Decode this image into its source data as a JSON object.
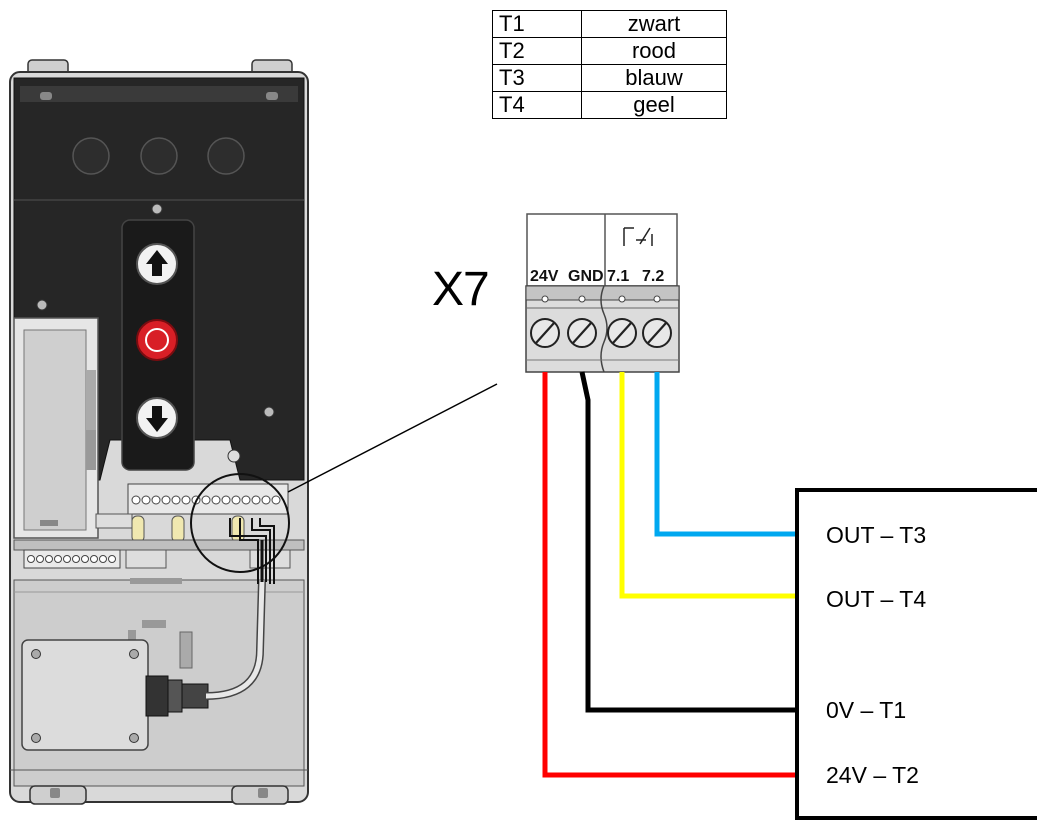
{
  "legend": {
    "rows": [
      {
        "code": "T1",
        "color_name": "zwart"
      },
      {
        "code": "T2",
        "color_name": "rood"
      },
      {
        "code": "T3",
        "color_name": "blauw"
      },
      {
        "code": "T4",
        "color_name": "geel"
      }
    ]
  },
  "connector": {
    "name": "X7",
    "pins": [
      "24V",
      "GND",
      "7.1",
      "7.2"
    ]
  },
  "outputs": [
    {
      "label": "OUT – T3"
    },
    {
      "label": "OUT – T4"
    },
    {
      "label": "0V – T1"
    },
    {
      "label": "24V – T2"
    }
  ],
  "colors": {
    "wire_24v": "#ff0000",
    "wire_gnd": "#000000",
    "wire_71": "#ffff00",
    "wire_72": "#00a8f0",
    "housing": "#1f1f1f",
    "button_red": "#d81f26"
  },
  "icons": [
    "up-arrow-icon",
    "stop-button-icon",
    "down-arrow-icon",
    "normally-open-contact-icon"
  ]
}
